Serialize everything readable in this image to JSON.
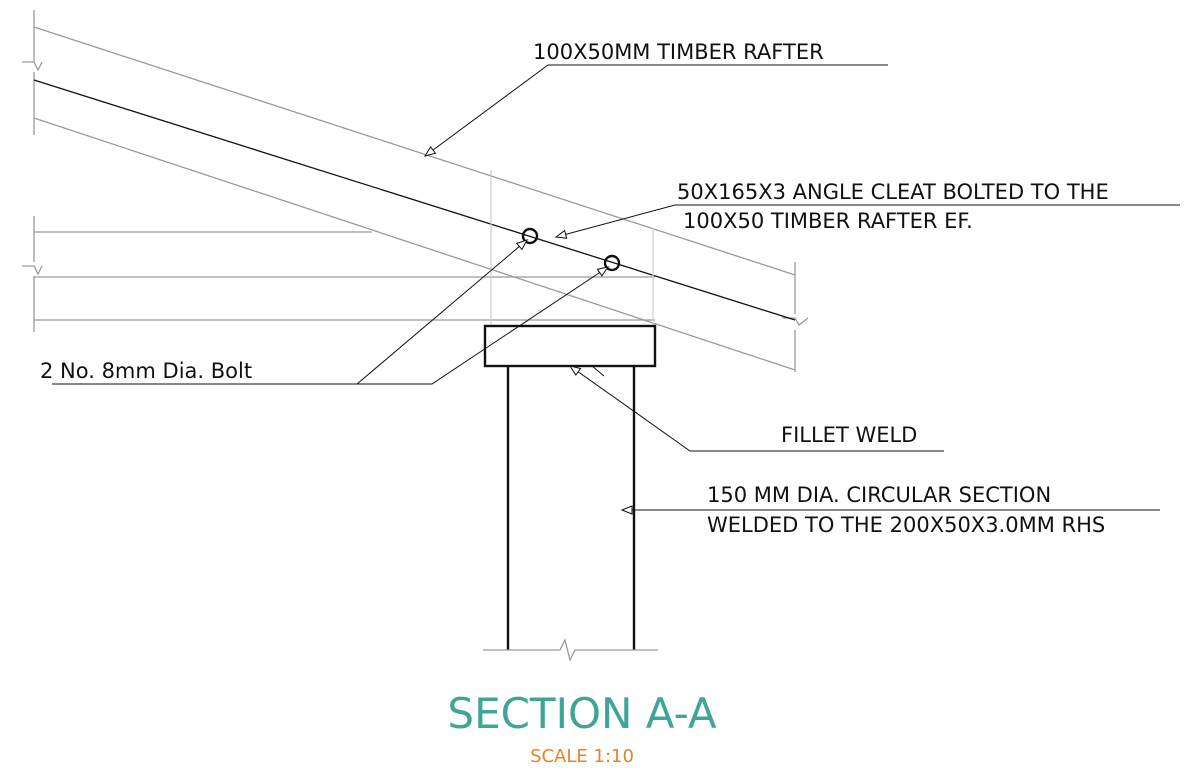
{
  "labels": {
    "rafter": "100X50MM TIMBER RAFTER",
    "cleat_line1": "50X165X3 ANGLE CLEAT BOLTED TO THE",
    "cleat_line2": "100X50 TIMBER RAFTER EF.",
    "bolts": "2 No. 8mm Dia. Bolt",
    "fillet_weld": "FILLET WELD",
    "column_line1": "150 MM DIA. CIRCULAR SECTION",
    "column_line2": "WELDED TO THE 200X50X3.0MM RHS"
  },
  "title": {
    "main": "SECTION A-A",
    "scale": "SCALE 1:10"
  },
  "colors": {
    "title": "#3fa594",
    "scale": "#e8822a",
    "linework": "#111111",
    "light_linework": "#9a9a9a"
  }
}
